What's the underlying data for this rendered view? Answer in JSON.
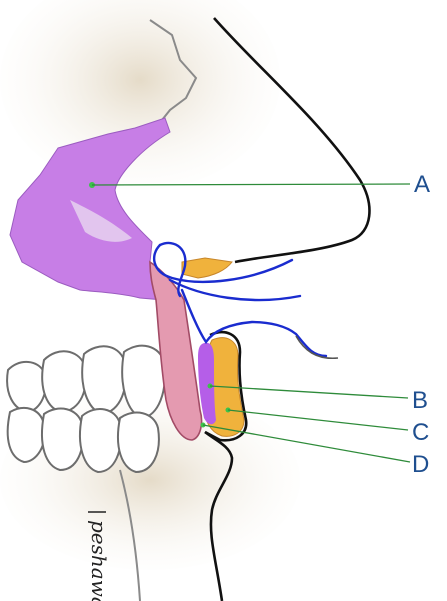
{
  "labels": {
    "a": "A",
    "b": "B",
    "c": "C",
    "d": "D"
  },
  "signature": "peshawa",
  "colors": {
    "outline": "#111111",
    "maxilla": "#c77ee6",
    "nerve": "#1a2ccf",
    "skin_shadow": "#e6dcc9",
    "lip_muscle": "#e49ab0",
    "fat": "#f0b23c",
    "orbicularis": "#b55ee8",
    "pointer": "#2e8b3a",
    "label": "#1f4f8f"
  }
}
